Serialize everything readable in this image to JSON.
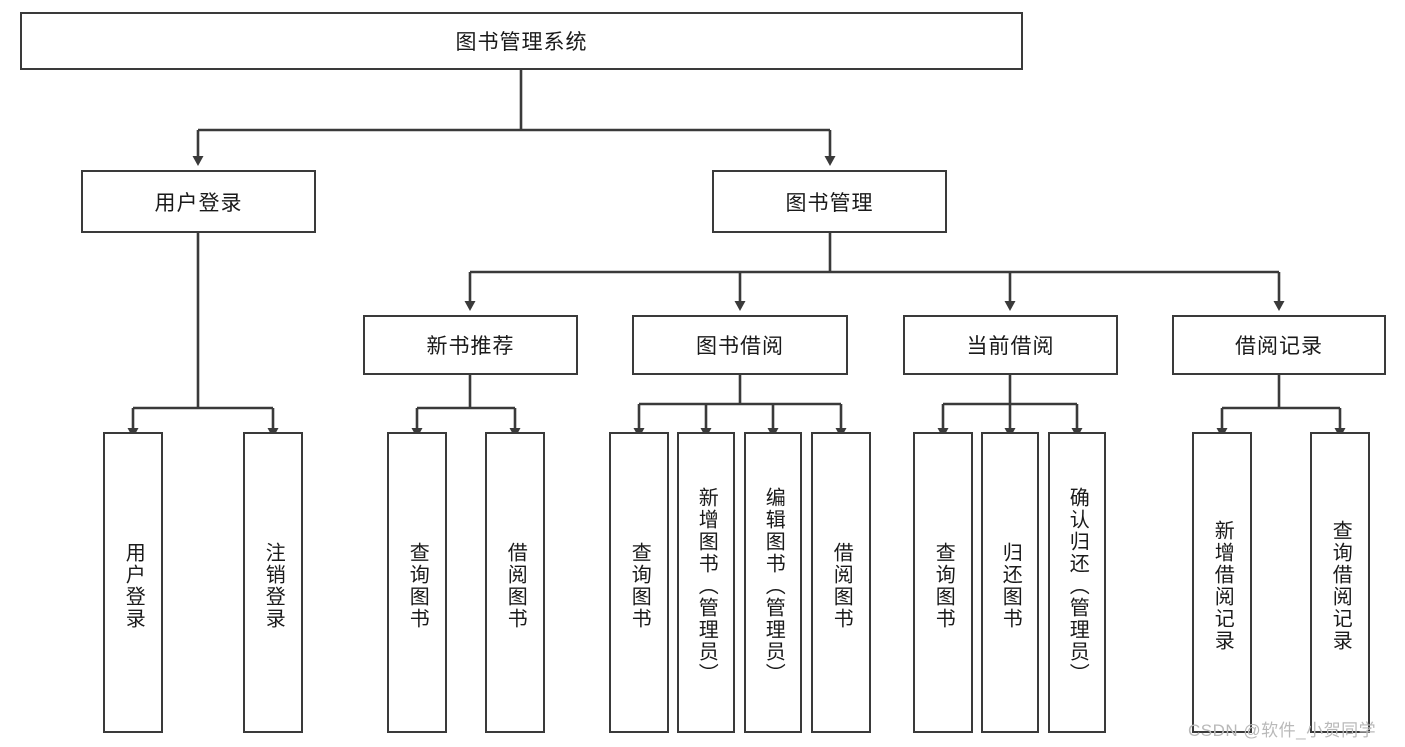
{
  "diagram": {
    "title": "图书管理系统",
    "type": "hierarchy-tree",
    "root": {
      "label": "图书管理系统"
    },
    "level2": [
      {
        "label": "用户登录"
      },
      {
        "label": "图书管理"
      }
    ],
    "level3": [
      {
        "label": "新书推荐"
      },
      {
        "label": "图书借阅"
      },
      {
        "label": "当前借阅"
      },
      {
        "label": "借阅记录"
      }
    ],
    "leaves": {
      "user_login": [
        {
          "label": "用户登录"
        },
        {
          "label": "注销登录"
        }
      ],
      "new_book_recommend": [
        {
          "label": "查询图书"
        },
        {
          "label": "借阅图书"
        }
      ],
      "book_borrow": [
        {
          "label": "查询图书"
        },
        {
          "label": "新增图书（管理员）"
        },
        {
          "label": "编辑图书（管理员）"
        },
        {
          "label": "借阅图书"
        }
      ],
      "current_borrow": [
        {
          "label": "查询图书"
        },
        {
          "label": "归还图书"
        },
        {
          "label": "确认归还（管理员）"
        }
      ],
      "borrow_record": [
        {
          "label": "新增借阅记录"
        },
        {
          "label": "查询借阅记录"
        }
      ]
    }
  },
  "watermark": {
    "text": "CSDN @软件_小贺同学"
  },
  "colors": {
    "stroke": "#3a3a3a",
    "text": "#1a1a1a",
    "background": "#ffffff",
    "watermark": "#b9b9b9"
  }
}
